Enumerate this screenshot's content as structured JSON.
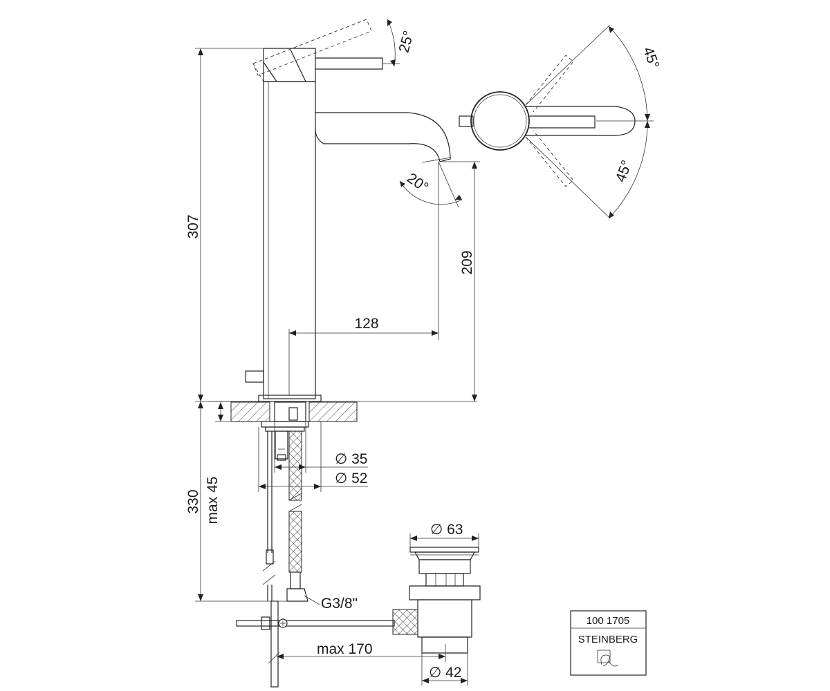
{
  "dimensions": {
    "total_height": "307",
    "handle_tilt": "25°",
    "spout_angle": "20°",
    "spout_height": "209",
    "spout_reach": "128",
    "lever_angle_top": "45°",
    "lever_angle_bottom": "45°",
    "under_counter_length": "330",
    "max_countertop": "max 45",
    "diameter_35": "∅ 35",
    "diameter_52": "∅ 52",
    "diameter_63": "∅ 63",
    "diameter_42": "∅ 42",
    "thread": "G3/8\"",
    "max_pullrod": "max 170"
  },
  "title_block": {
    "article_number": "100 1705",
    "brand": "STEINBERG"
  }
}
